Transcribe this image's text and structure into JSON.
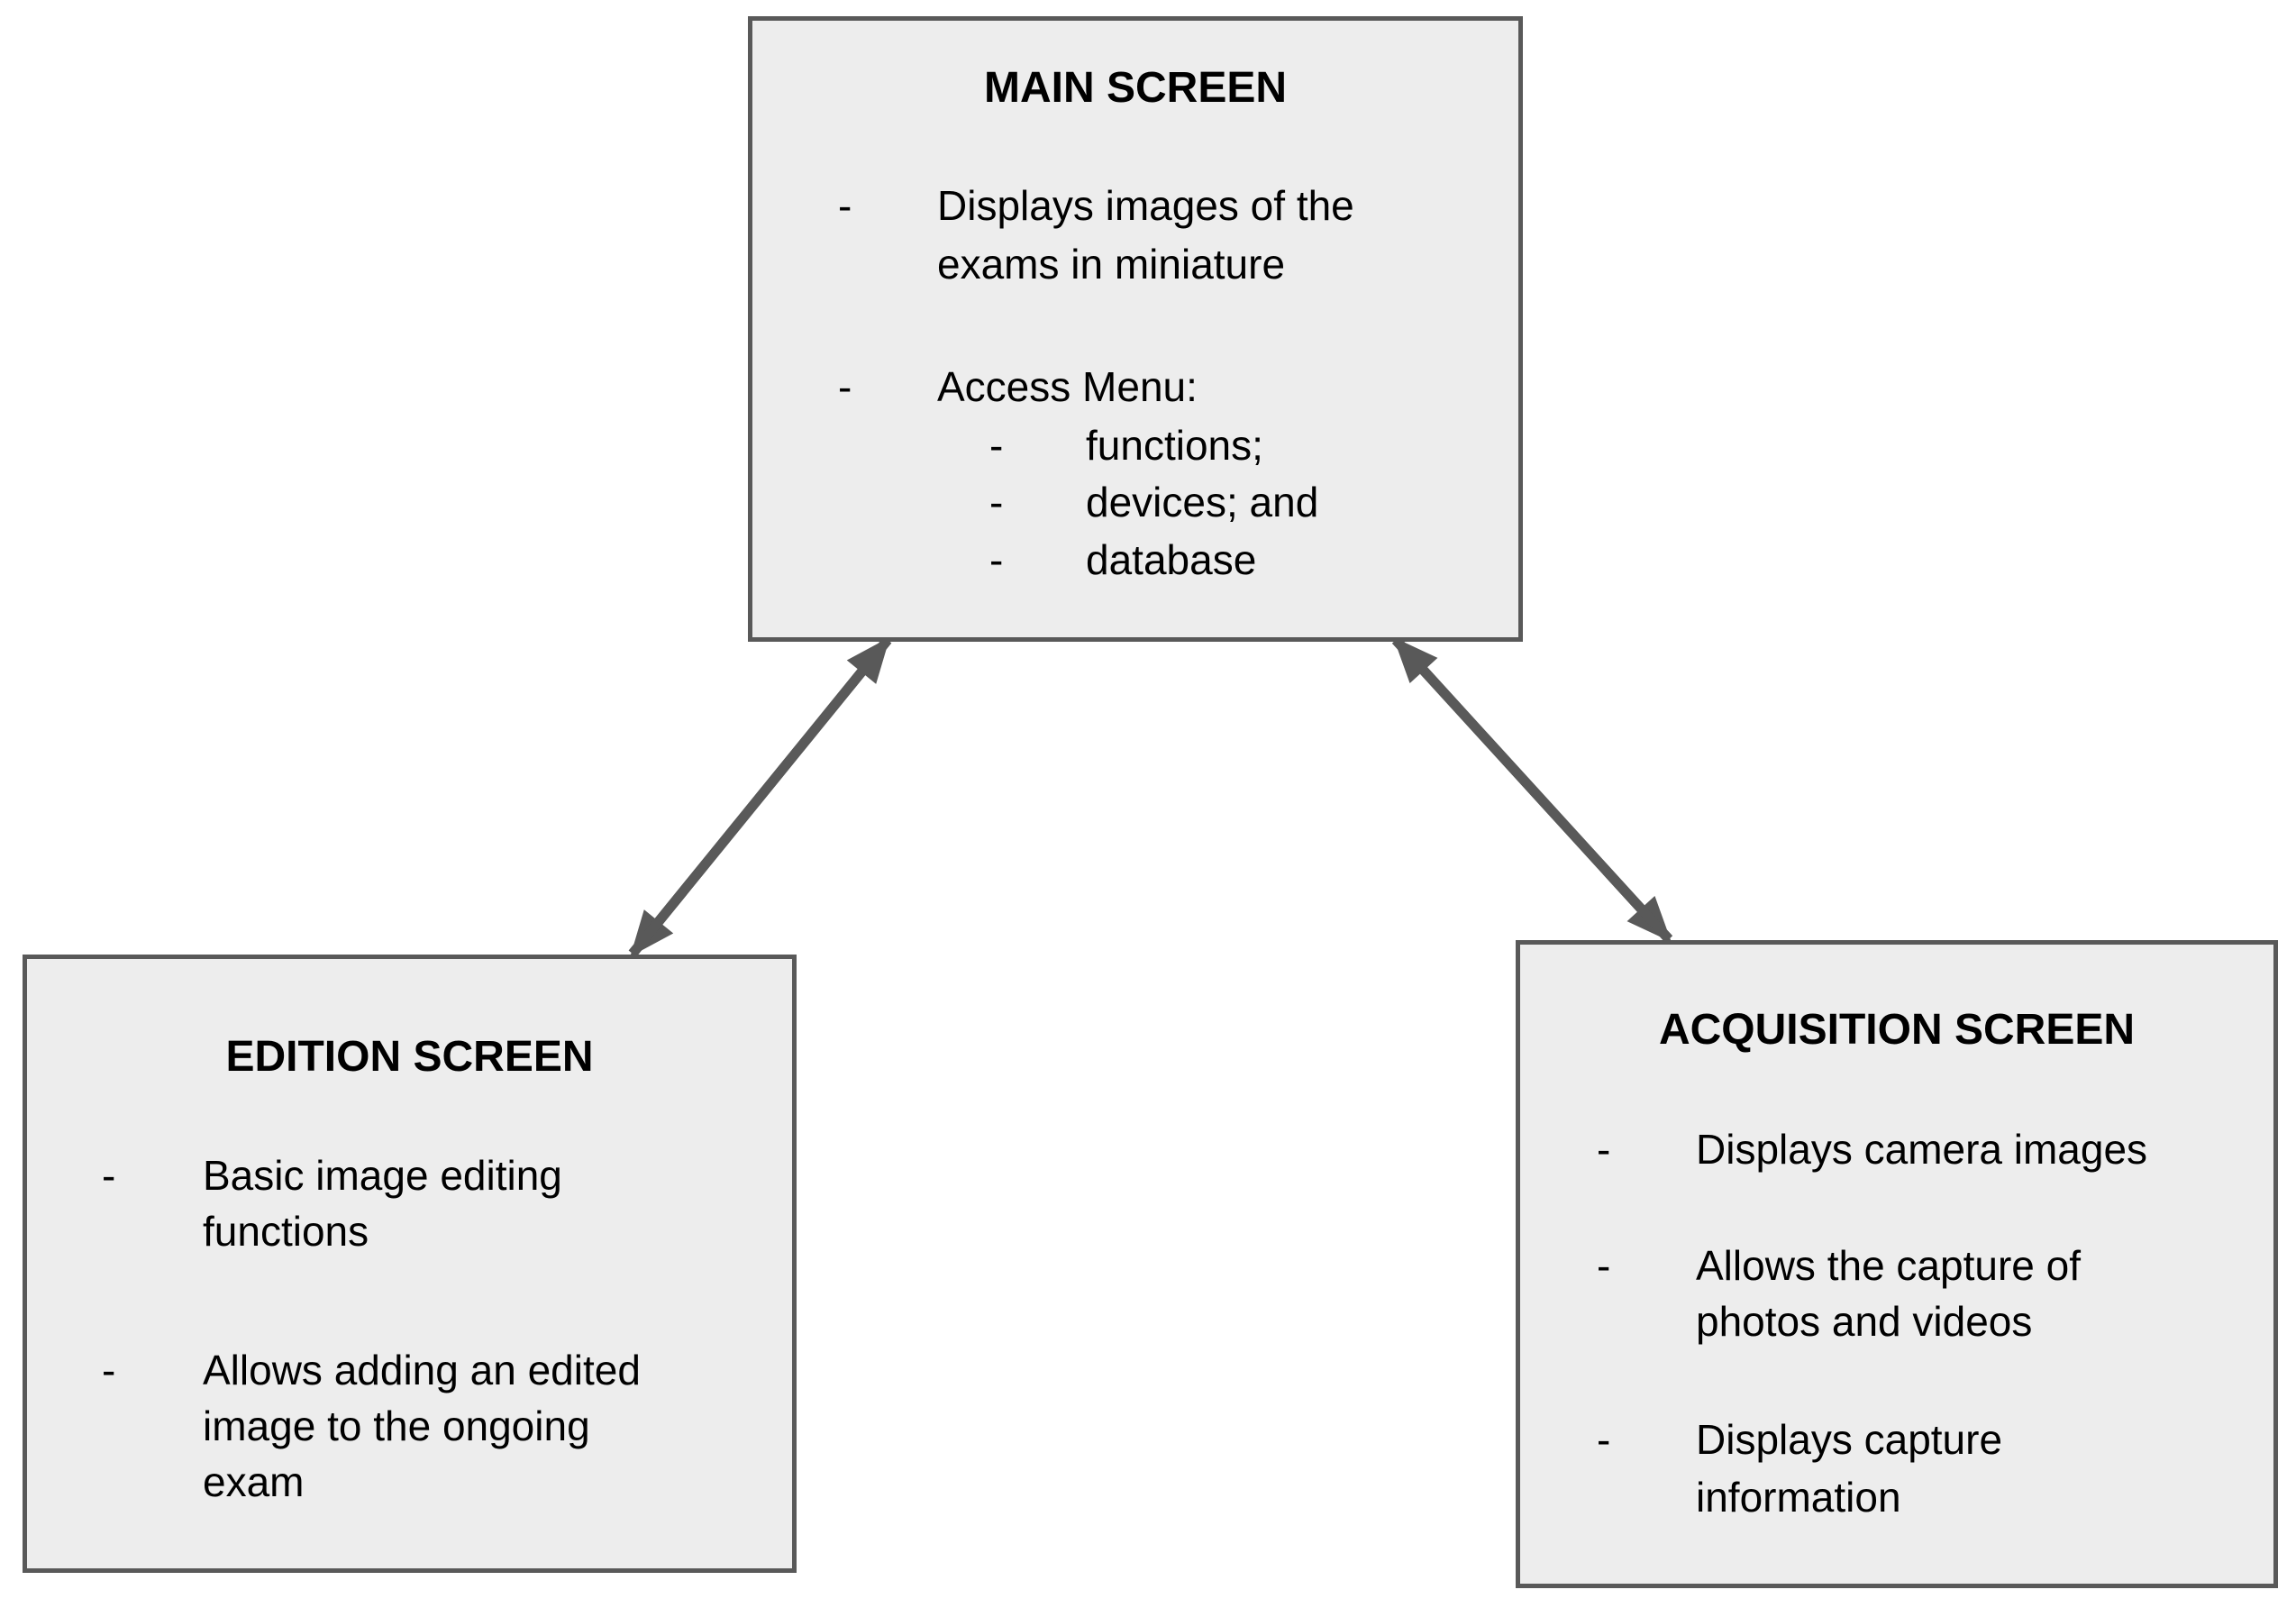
{
  "colors": {
    "background": "#ffffff",
    "box_fill": "#ededed",
    "box_border": "#595959",
    "arrow": "#595959",
    "text": "#000000"
  },
  "glyphs": {
    "dash": "-"
  },
  "boxes": {
    "main": {
      "title": "MAIN SCREEN",
      "bullet1": [
        "Displays images of the",
        "exams in miniature"
      ],
      "bullet2": "Access Menu:",
      "sub": [
        "functions;",
        "devices; and",
        "database"
      ]
    },
    "edition": {
      "title": "EDITION SCREEN",
      "bullet1": [
        "Basic image editing",
        "functions"
      ],
      "bullet2": [
        "Allows adding an edited",
        "image to the ongoing",
        "exam"
      ]
    },
    "acquisition": {
      "title": "ACQUISITION SCREEN",
      "bullet1": "Displays camera images",
      "bullet2": [
        "Allows the capture of",
        "photos and videos"
      ],
      "bullet3": [
        "Displays capture",
        "information"
      ]
    }
  },
  "arrows": [
    {
      "from": "main-screen",
      "to": "edition-screen",
      "double_headed": true
    },
    {
      "from": "main-screen",
      "to": "acquisition-screen",
      "double_headed": true
    }
  ]
}
